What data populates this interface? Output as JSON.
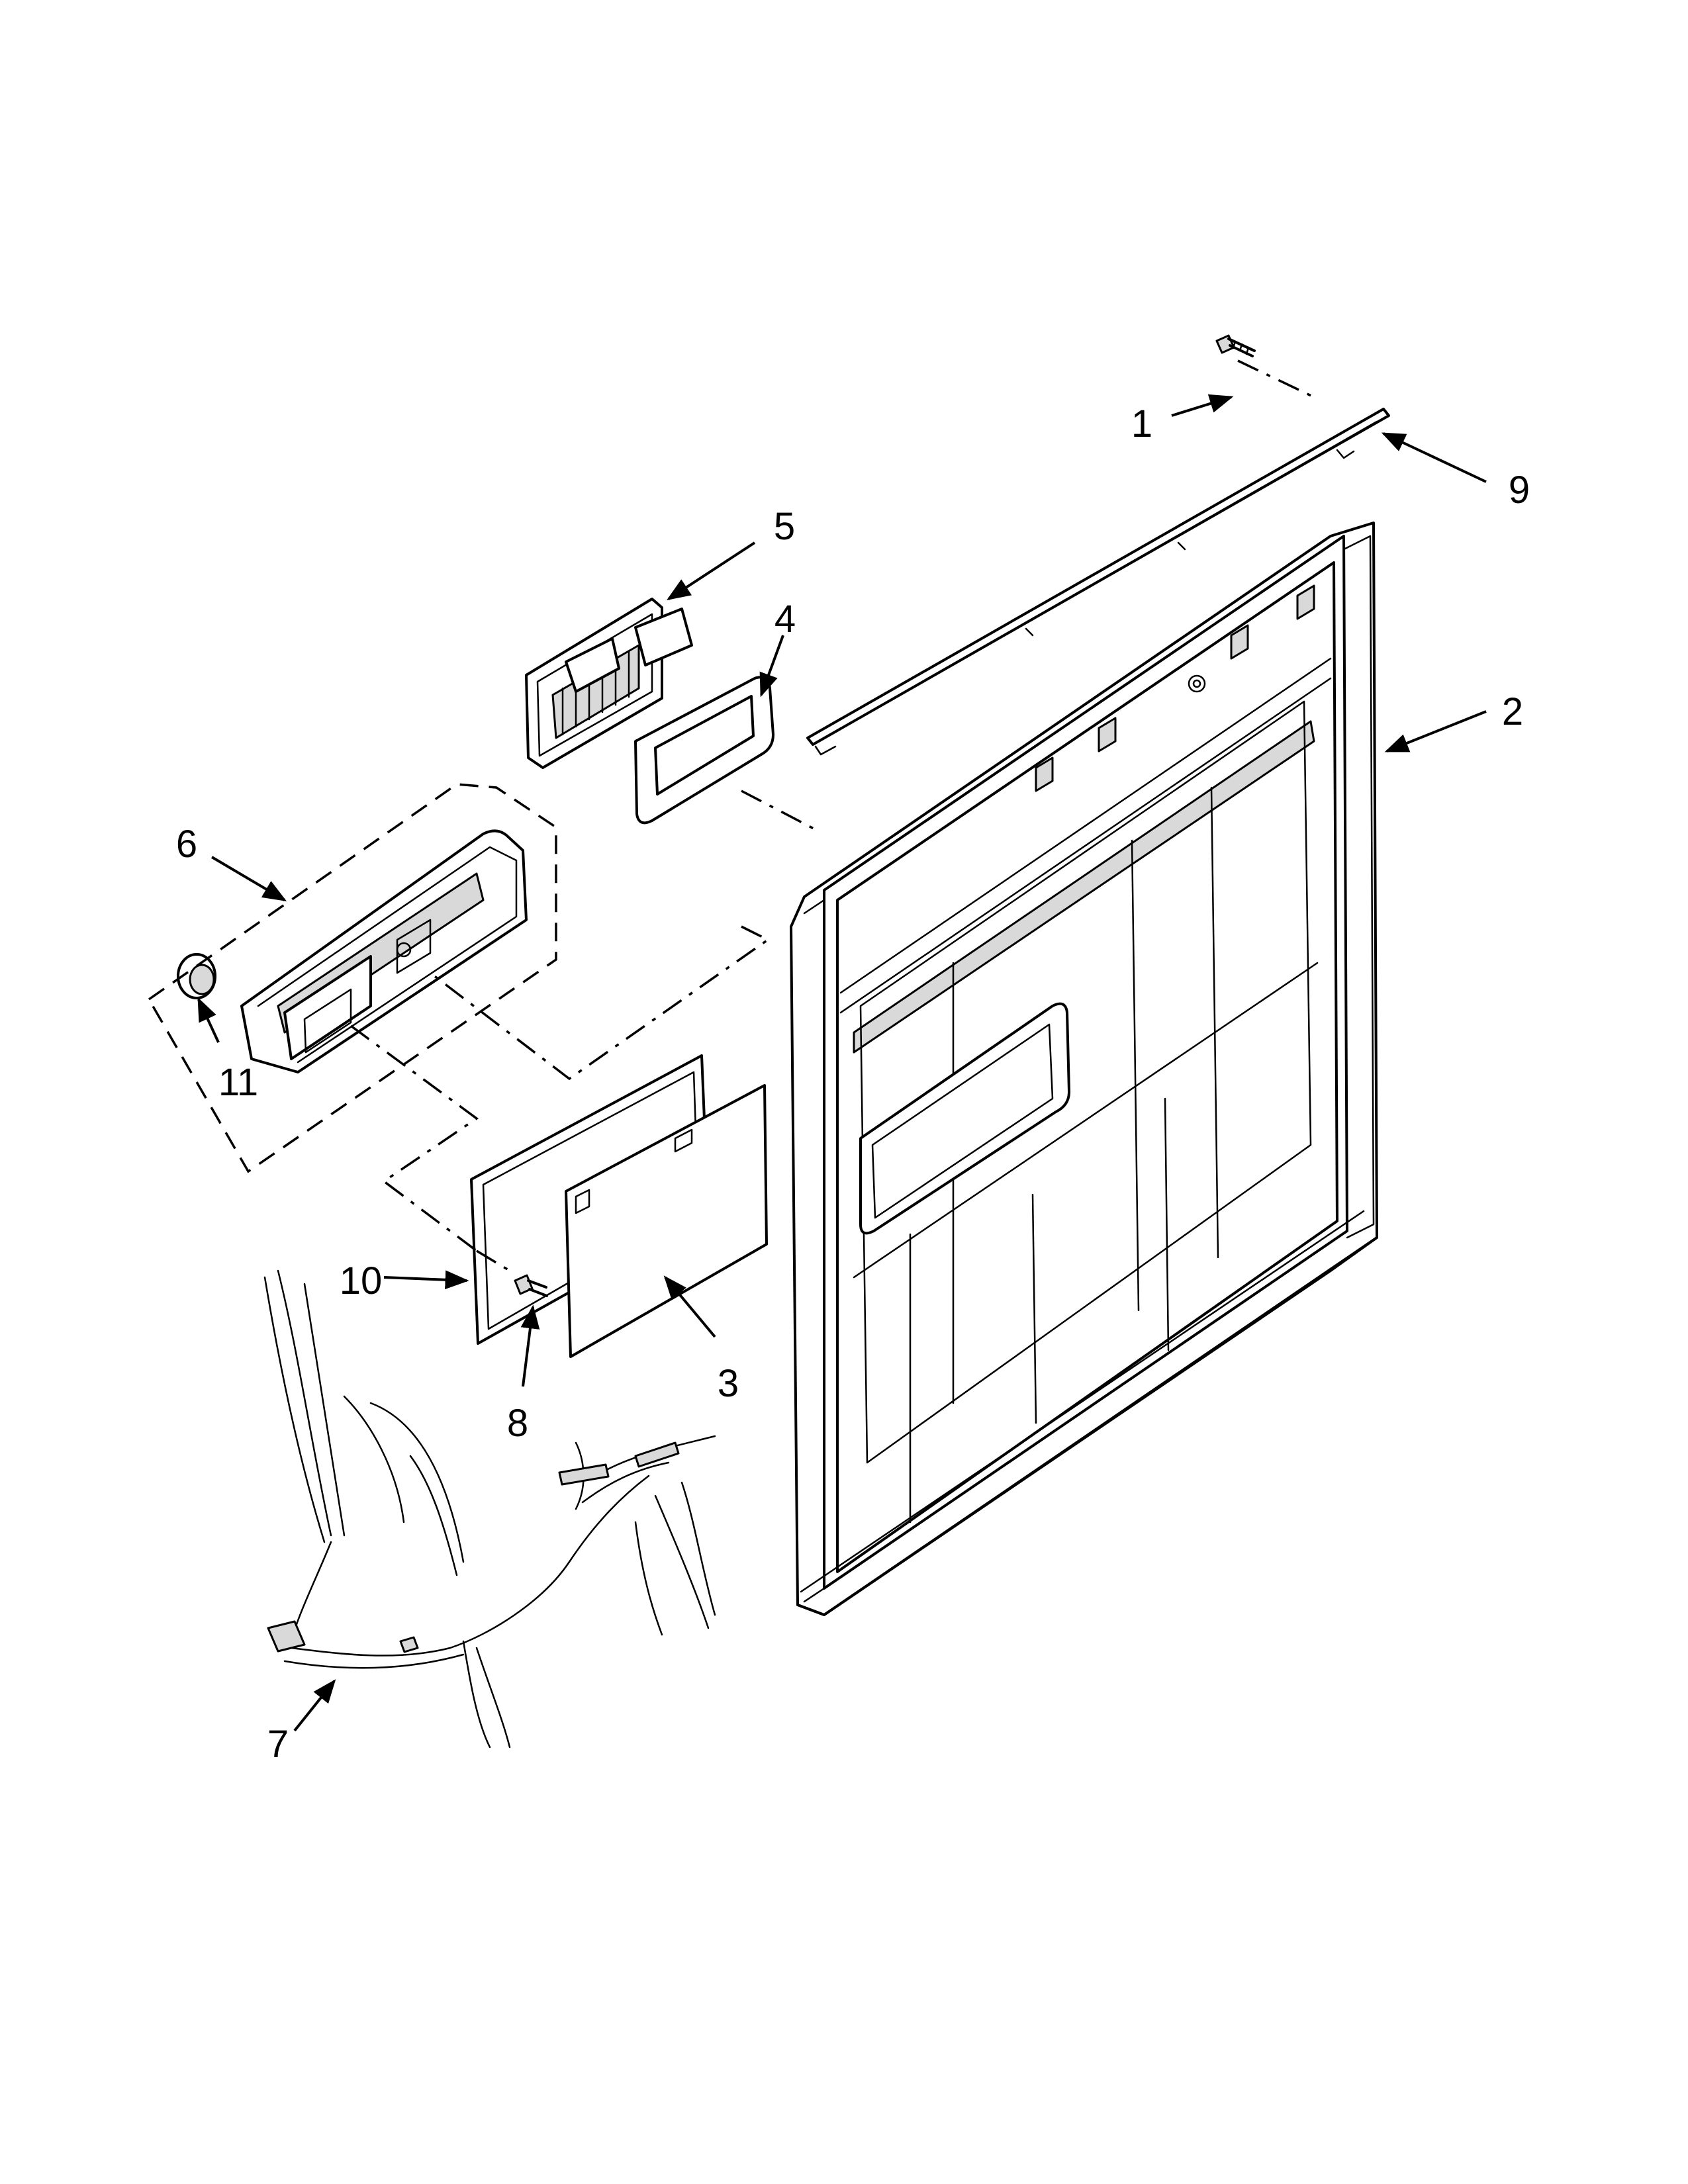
{
  "callouts": [
    {
      "id": "1",
      "text": "1"
    },
    {
      "id": "2",
      "text": "2"
    },
    {
      "id": "3",
      "text": "3"
    },
    {
      "id": "4",
      "text": "4"
    },
    {
      "id": "5",
      "text": "5"
    },
    {
      "id": "6",
      "text": "6"
    },
    {
      "id": "7",
      "text": "7"
    },
    {
      "id": "8",
      "text": "8"
    },
    {
      "id": "9",
      "text": "9"
    },
    {
      "id": "10",
      "text": "10"
    },
    {
      "id": "11",
      "text": "11"
    }
  ]
}
